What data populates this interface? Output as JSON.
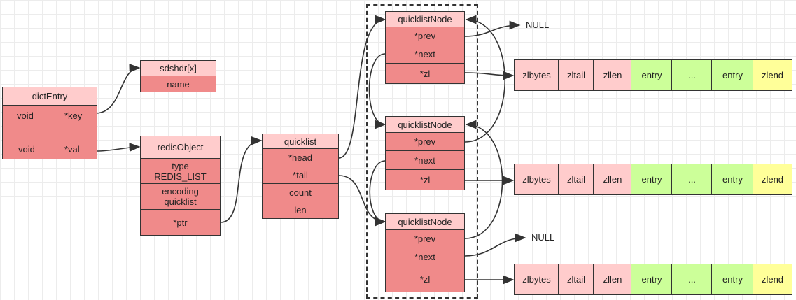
{
  "dictEntry": {
    "title": "dictEntry",
    "row1": [
      "void",
      "*key"
    ],
    "row2": [
      "void",
      "*val"
    ]
  },
  "sdshdr": {
    "title": "sdshdr[x]",
    "field": "name"
  },
  "redisObject": {
    "title": "redisObject",
    "type": [
      "type",
      "REDIS_LIST"
    ],
    "encoding": [
      "encoding",
      "quicklist"
    ],
    "ptr": "*ptr"
  },
  "quicklist": {
    "title": "quicklist",
    "fields": [
      "*head",
      "*tail",
      "count",
      "len"
    ]
  },
  "quicklistNode": {
    "title": "quicklistNode",
    "fields": [
      "*prev",
      "*next",
      "*zl"
    ]
  },
  "null_label": "NULL",
  "ziplist": [
    "zlbytes",
    "zltail",
    "zllen",
    "entry",
    "...",
    "entry",
    "zlend"
  ],
  "colors": {
    "header": "#ffcccc",
    "field": "#f08a8a",
    "entry": "#ccff99",
    "zlend": "#ffff99",
    "arrow": "#333333"
  }
}
